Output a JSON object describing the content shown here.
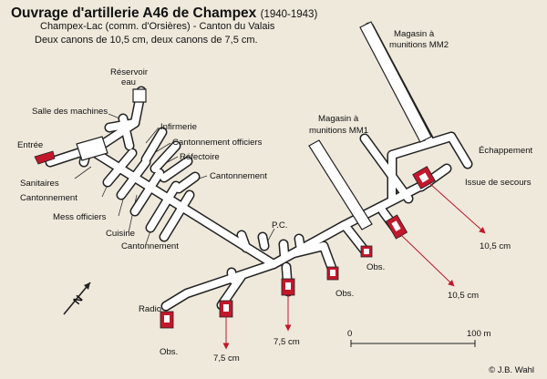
{
  "header": {
    "title": "Ouvrage d'artillerie A46 de Champex",
    "years": "(1940-1943)",
    "subtitle_line1": "Champex-Lac (comm. d'Orsières) - Canton du Valais",
    "subtitle_line2": "Deux canons de 10,5 cm, deux canons de 7,5 cm."
  },
  "labels": {
    "reservoir": "Réservoir",
    "reservoir_2": "eau",
    "salle_machines": "Salle des machines",
    "entree": "Entrée",
    "infirmerie": "Infirmerie",
    "cantonnement_officiers": "Cantonnement officiers",
    "refectoire": "Réfectoire",
    "cantonnement_right": "Cantonnement",
    "sanitaires": "Sanitaires",
    "cantonnement_left": "Cantonnement",
    "mess_officiers": "Mess officiers",
    "cuisine": "Cuisine",
    "cantonnement_bottom": "Cantonnement",
    "pc": "P.C.",
    "magasin_mm1_1": "Magasin à",
    "magasin_mm1_2": "munitions MM1",
    "magasin_mm2_1": "Magasin à",
    "magasin_mm2_2": "munitions MM2",
    "echappement": "Échappement",
    "issue_secours": "Issue de secours",
    "radio": "Radio",
    "obs_left": "Obs.",
    "obs_mid": "Obs.",
    "obs_right": "Obs.",
    "gun_75_a": "7,5 cm",
    "gun_75_b": "7,5 cm",
    "gun_105_a": "10,5 cm",
    "gun_105_b": "10,5 cm",
    "north": "N"
  },
  "scale": {
    "start": "0",
    "end": "100 m"
  },
  "credit": "© J.B. Wahl",
  "colors": {
    "background": "#efe9dc",
    "gallery_fill": "#ffffff",
    "outline": "#222222",
    "casemate": "#c3172b",
    "leader": "#333333"
  }
}
